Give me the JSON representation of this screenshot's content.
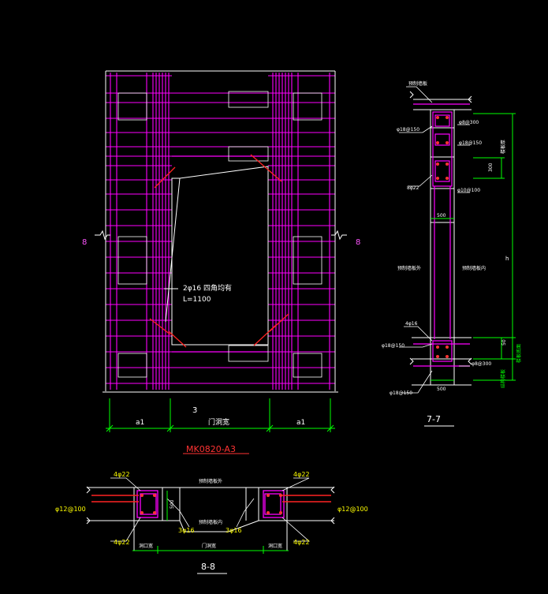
{
  "colors": {
    "background": "#000000",
    "rebar": "#ff00ff",
    "outline": "#ffffff",
    "dimension": "#00ff00",
    "diagonal": "#ff2222",
    "label_yellow": "#ffff00",
    "title_red": "#ff3333"
  },
  "elevation": {
    "section_mark_left": "8",
    "section_mark_right": "8",
    "rebar_note_line1": "2φ16 四角均有",
    "rebar_note_line2": "L=1100",
    "dim_left": "a1",
    "dim_center": "门洞宽",
    "dim_right": "a1",
    "center_mark": "3",
    "title": "MK0820-A3"
  },
  "section77": {
    "title": "7-7",
    "labels": {
      "top_left": "预制墙板",
      "rebar_a": "φ18@150",
      "rebar_b": "φ8@300",
      "rebar_c": "φ18@150",
      "rebar_d": "8φ22",
      "rebar_e": "φ10@100",
      "width_top": "500",
      "dim_300": "300",
      "left_face": "预制墙板外",
      "right_face": "预制墙板内",
      "side_h": "h",
      "side_top": "楼板厚",
      "rebar_f": "4φ16",
      "rebar_g": "φ18@150",
      "rebar_h": "φ8@300",
      "rebar_i": "φ18@150",
      "width_bottom": "500",
      "dim_50": "50",
      "side_bottom": "楼板底面",
      "side_floor": "结构楼板"
    }
  },
  "section88": {
    "title": "8-8",
    "labels": {
      "tl": "4φ22",
      "tr": "4φ22",
      "bl": "4φ22",
      "br": "4φ22",
      "left_bar": "φ12@100",
      "right_bar": "φ12@100",
      "left_inner": "3φ16",
      "right_inner": "3φ16",
      "dim_500": "500",
      "top_face": "预制墙板外",
      "bottom_face": "预制墙板内",
      "bottom_left": "洞口宽",
      "bottom_center": "门洞宽",
      "bottom_right": "洞口宽"
    }
  }
}
